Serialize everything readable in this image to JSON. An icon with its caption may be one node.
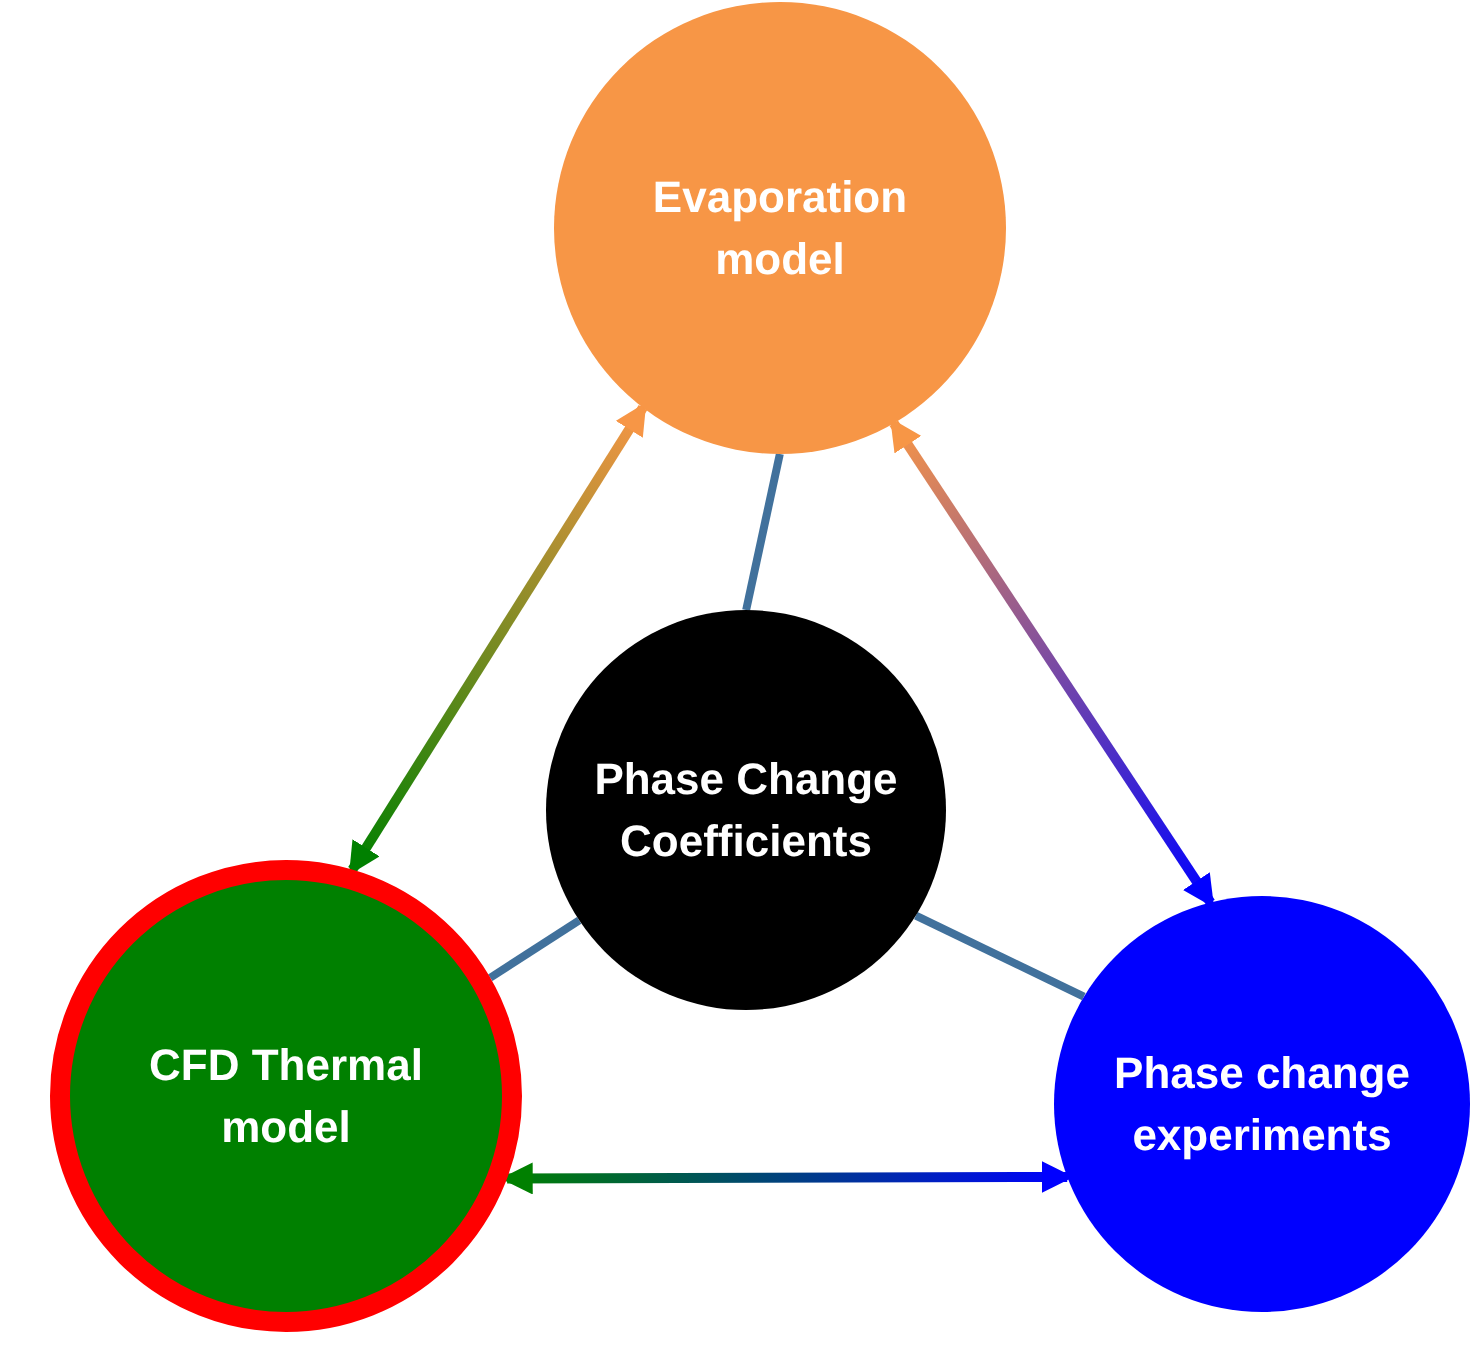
{
  "diagram": {
    "nodes": [
      {
        "text": [
          "Evaporation model"
        ]
      },
      {
        "text": [
          "Phase Change Coefficients"
        ]
      },
      {
        "text": [
          "CFD Thermal model"
        ]
      },
      {
        "text": [
          "Phase change experiments"
        ]
      }
    ],
    "edges": [
      {
        "from": 0,
        "to": 1,
        "arrow": "none"
      },
      {
        "from": 1,
        "to": 2,
        "arrow": "none"
      },
      {
        "from": 1,
        "to": 3,
        "arrow": "none"
      },
      {
        "from": 0,
        "to": 2,
        "arrow": "both"
      },
      {
        "from": 0,
        "to": 3,
        "arrow": "both"
      },
      {
        "from": 2,
        "to": 3,
        "arrow": "both"
      }
    ]
  }
}
